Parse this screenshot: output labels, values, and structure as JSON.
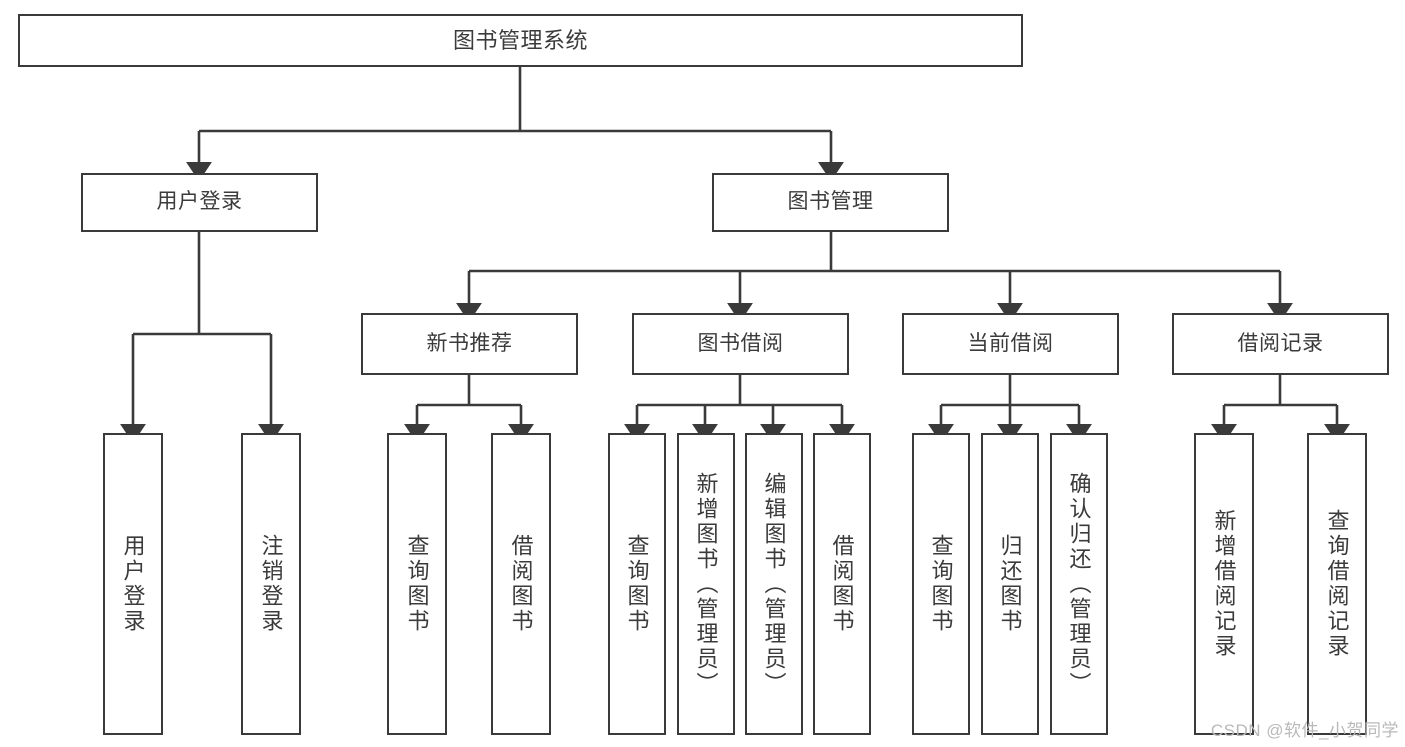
{
  "diagram": {
    "title": "图书管理系统",
    "type": "tree-hierarchy-chart",
    "stroke_color": "#3a3a3a",
    "fill_color": "#ffffff",
    "text_color": "#3b3b3b",
    "root": {
      "id": "root",
      "label": "图书管理系统",
      "orientation": "horizontal"
    },
    "level2": [
      {
        "id": "user-login",
        "label": "用户登录",
        "orientation": "horizontal"
      },
      {
        "id": "book-management",
        "label": "图书管理",
        "orientation": "horizontal"
      }
    ],
    "level3": [
      {
        "id": "new-book-recommend",
        "label": "新书推荐",
        "orientation": "horizontal",
        "parent": "book-management"
      },
      {
        "id": "book-borrow",
        "label": "图书借阅",
        "orientation": "horizontal",
        "parent": "book-management"
      },
      {
        "id": "current-borrow",
        "label": "当前借阅",
        "orientation": "horizontal",
        "parent": "book-management"
      },
      {
        "id": "borrow-record",
        "label": "借阅记录",
        "orientation": "horizontal",
        "parent": "book-management"
      }
    ],
    "leaves": [
      {
        "id": "leaf-user-login",
        "label": "用户登录",
        "parent": "user-login",
        "orientation": "vertical"
      },
      {
        "id": "leaf-logout",
        "label": "注销登录",
        "parent": "user-login",
        "orientation": "vertical"
      },
      {
        "id": "leaf-query-book-1",
        "label": "查询图书",
        "parent": "new-book-recommend",
        "orientation": "vertical"
      },
      {
        "id": "leaf-borrow-book-1",
        "label": "借阅图书",
        "parent": "new-book-recommend",
        "orientation": "vertical"
      },
      {
        "id": "leaf-query-book-2",
        "label": "查询图书",
        "parent": "book-borrow",
        "orientation": "vertical"
      },
      {
        "id": "leaf-add-book",
        "label": "新增图书（管理员）",
        "parent": "book-borrow",
        "orientation": "vertical"
      },
      {
        "id": "leaf-edit-book",
        "label": "编辑图书（管理员）",
        "parent": "book-borrow",
        "orientation": "vertical"
      },
      {
        "id": "leaf-borrow-book-2",
        "label": "借阅图书",
        "parent": "book-borrow",
        "orientation": "vertical"
      },
      {
        "id": "leaf-query-book-3",
        "label": "查询图书",
        "parent": "current-borrow",
        "orientation": "vertical"
      },
      {
        "id": "leaf-return-book",
        "label": "归还图书",
        "parent": "current-borrow",
        "orientation": "vertical"
      },
      {
        "id": "leaf-confirm-return",
        "label": "确认归还（管理员）",
        "parent": "current-borrow",
        "orientation": "vertical"
      },
      {
        "id": "leaf-add-record",
        "label": "新增借阅记录",
        "parent": "borrow-record",
        "orientation": "vertical"
      },
      {
        "id": "leaf-query-record",
        "label": "查询借阅记录",
        "parent": "borrow-record",
        "orientation": "vertical"
      }
    ]
  },
  "watermark": {
    "text": "CSDN @软件_小贺同学"
  }
}
